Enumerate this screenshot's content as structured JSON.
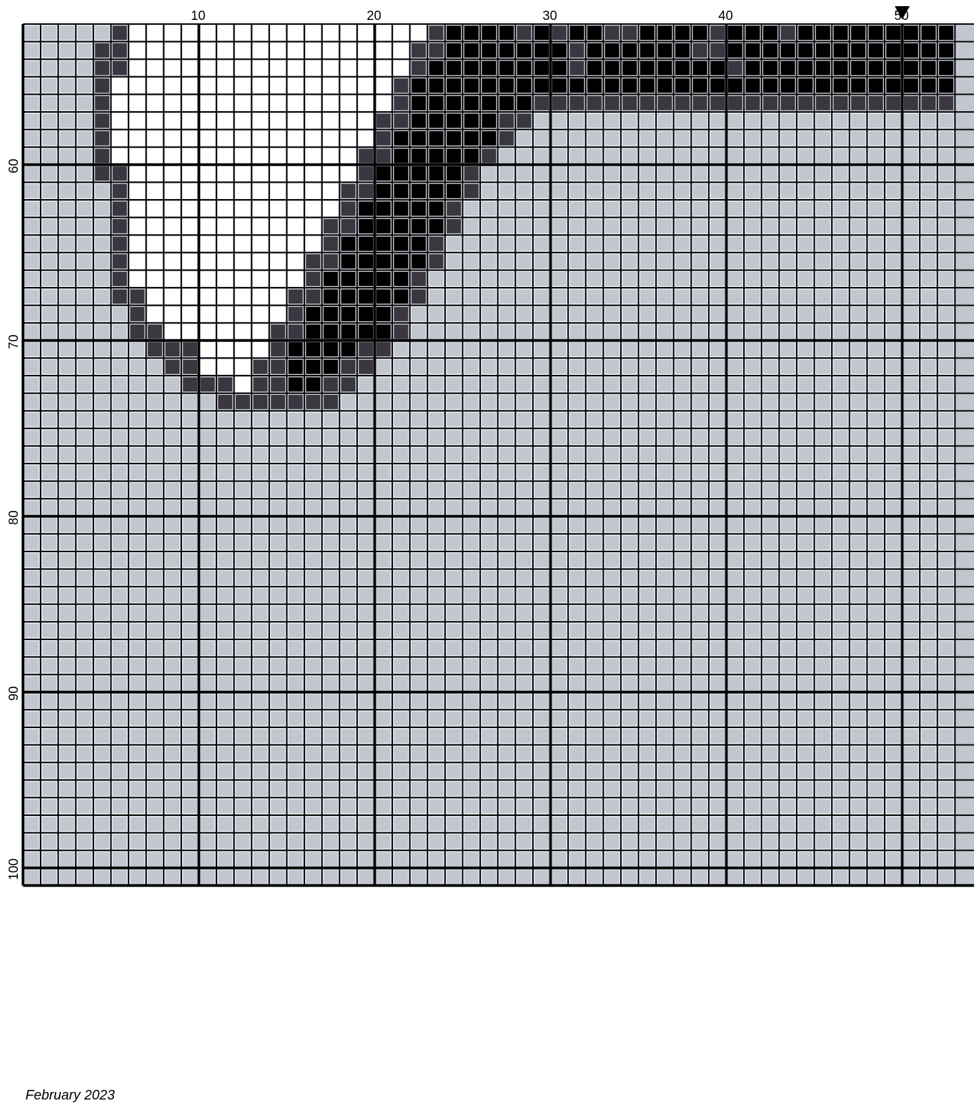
{
  "chart_data": {
    "type": "heatmap",
    "title": "",
    "xlabel": "",
    "ylabel": "",
    "x_range": [
      1,
      53
    ],
    "y_range": [
      52,
      100
    ],
    "x_ticks": [
      10,
      20,
      30,
      40,
      50
    ],
    "y_ticks": [
      60,
      70,
      80,
      90,
      100
    ],
    "marker_column": 50,
    "legend": "none",
    "grid": true,
    "colors": {
      "empty": "#c2c7cf",
      "white": "#ffffff",
      "outline": "#3a3740",
      "fill": "#000000",
      "grid": "#000000"
    },
    "row_runs": [
      {
        "row": 52,
        "runs": [
          [
            6,
            6,
            "outline"
          ],
          [
            7,
            23,
            "white"
          ],
          [
            24,
            24,
            "outline"
          ],
          [
            25,
            28,
            "fill"
          ],
          [
            29,
            29,
            "outline"
          ],
          [
            30,
            30,
            "fill"
          ],
          [
            31,
            31,
            "outline"
          ],
          [
            32,
            33,
            "fill"
          ],
          [
            34,
            35,
            "outline"
          ],
          [
            36,
            39,
            "fill"
          ],
          [
            40,
            40,
            "outline"
          ],
          [
            41,
            43,
            "fill"
          ],
          [
            44,
            44,
            "outline"
          ],
          [
            45,
            53,
            "fill"
          ]
        ]
      },
      {
        "row": 53,
        "runs": [
          [
            5,
            6,
            "outline"
          ],
          [
            7,
            22,
            "white"
          ],
          [
            23,
            24,
            "outline"
          ],
          [
            25,
            31,
            "fill"
          ],
          [
            32,
            32,
            "outline"
          ],
          [
            33,
            38,
            "fill"
          ],
          [
            39,
            40,
            "outline"
          ],
          [
            41,
            53,
            "fill"
          ]
        ]
      },
      {
        "row": 54,
        "runs": [
          [
            5,
            6,
            "outline"
          ],
          [
            7,
            22,
            "white"
          ],
          [
            23,
            23,
            "outline"
          ],
          [
            24,
            31,
            "fill"
          ],
          [
            32,
            32,
            "outline"
          ],
          [
            33,
            40,
            "fill"
          ],
          [
            41,
            41,
            "outline"
          ],
          [
            42,
            53,
            "fill"
          ]
        ]
      },
      {
        "row": 55,
        "runs": [
          [
            5,
            5,
            "outline"
          ],
          [
            6,
            21,
            "white"
          ],
          [
            22,
            22,
            "outline"
          ],
          [
            23,
            53,
            "fill"
          ]
        ]
      },
      {
        "row": 56,
        "runs": [
          [
            5,
            5,
            "outline"
          ],
          [
            6,
            21,
            "white"
          ],
          [
            22,
            22,
            "outline"
          ],
          [
            23,
            29,
            "fill"
          ],
          [
            30,
            53,
            "outline"
          ]
        ]
      },
      {
        "row": 57,
        "runs": [
          [
            5,
            5,
            "outline"
          ],
          [
            6,
            20,
            "white"
          ],
          [
            21,
            22,
            "outline"
          ],
          [
            23,
            27,
            "fill"
          ],
          [
            28,
            29,
            "outline"
          ]
        ]
      },
      {
        "row": 58,
        "runs": [
          [
            5,
            5,
            "outline"
          ],
          [
            6,
            20,
            "white"
          ],
          [
            21,
            21,
            "outline"
          ],
          [
            22,
            27,
            "fill"
          ],
          [
            28,
            28,
            "outline"
          ]
        ]
      },
      {
        "row": 59,
        "runs": [
          [
            5,
            5,
            "outline"
          ],
          [
            6,
            19,
            "white"
          ],
          [
            20,
            21,
            "outline"
          ],
          [
            22,
            26,
            "fill"
          ],
          [
            27,
            27,
            "outline"
          ]
        ]
      },
      {
        "row": 60,
        "runs": [
          [
            5,
            5,
            "outline"
          ],
          [
            6,
            6,
            "outline"
          ],
          [
            7,
            19,
            "white"
          ],
          [
            20,
            20,
            "outline"
          ],
          [
            21,
            25,
            "fill"
          ],
          [
            26,
            26,
            "outline"
          ]
        ]
      },
      {
        "row": 61,
        "runs": [
          [
            6,
            6,
            "outline"
          ],
          [
            7,
            18,
            "white"
          ],
          [
            19,
            20,
            "outline"
          ],
          [
            21,
            25,
            "fill"
          ],
          [
            26,
            26,
            "outline"
          ]
        ]
      },
      {
        "row": 62,
        "runs": [
          [
            6,
            6,
            "outline"
          ],
          [
            7,
            18,
            "white"
          ],
          [
            19,
            19,
            "outline"
          ],
          [
            20,
            24,
            "fill"
          ],
          [
            25,
            25,
            "outline"
          ]
        ]
      },
      {
        "row": 63,
        "runs": [
          [
            6,
            6,
            "outline"
          ],
          [
            7,
            17,
            "white"
          ],
          [
            18,
            19,
            "outline"
          ],
          [
            20,
            24,
            "fill"
          ],
          [
            25,
            25,
            "outline"
          ]
        ]
      },
      {
        "row": 64,
        "runs": [
          [
            6,
            6,
            "outline"
          ],
          [
            7,
            17,
            "white"
          ],
          [
            18,
            18,
            "outline"
          ],
          [
            19,
            23,
            "fill"
          ],
          [
            24,
            24,
            "outline"
          ]
        ]
      },
      {
        "row": 65,
        "runs": [
          [
            6,
            6,
            "outline"
          ],
          [
            7,
            16,
            "white"
          ],
          [
            17,
            18,
            "outline"
          ],
          [
            19,
            23,
            "fill"
          ],
          [
            24,
            24,
            "outline"
          ]
        ]
      },
      {
        "row": 66,
        "runs": [
          [
            6,
            6,
            "outline"
          ],
          [
            7,
            16,
            "white"
          ],
          [
            17,
            17,
            "outline"
          ],
          [
            18,
            22,
            "fill"
          ],
          [
            23,
            23,
            "outline"
          ]
        ]
      },
      {
        "row": 67,
        "runs": [
          [
            6,
            7,
            "outline"
          ],
          [
            8,
            15,
            "white"
          ],
          [
            16,
            17,
            "outline"
          ],
          [
            18,
            22,
            "fill"
          ],
          [
            23,
            23,
            "outline"
          ]
        ]
      },
      {
        "row": 68,
        "runs": [
          [
            7,
            7,
            "outline"
          ],
          [
            8,
            15,
            "white"
          ],
          [
            16,
            16,
            "outline"
          ],
          [
            17,
            21,
            "fill"
          ],
          [
            22,
            22,
            "outline"
          ]
        ]
      },
      {
        "row": 69,
        "runs": [
          [
            7,
            8,
            "outline"
          ],
          [
            9,
            14,
            "white"
          ],
          [
            15,
            16,
            "outline"
          ],
          [
            17,
            21,
            "fill"
          ],
          [
            22,
            22,
            "outline"
          ]
        ]
      },
      {
        "row": 70,
        "runs": [
          [
            8,
            10,
            "outline"
          ],
          [
            11,
            14,
            "white"
          ],
          [
            15,
            15,
            "outline"
          ],
          [
            16,
            19,
            "fill"
          ],
          [
            20,
            21,
            "outline"
          ]
        ]
      },
      {
        "row": 71,
        "runs": [
          [
            9,
            10,
            "outline"
          ],
          [
            11,
            13,
            "white"
          ],
          [
            14,
            15,
            "outline"
          ],
          [
            16,
            18,
            "fill"
          ],
          [
            19,
            20,
            "outline"
          ]
        ]
      },
      {
        "row": 72,
        "runs": [
          [
            10,
            12,
            "outline"
          ],
          [
            13,
            13,
            "white"
          ],
          [
            14,
            15,
            "outline"
          ],
          [
            16,
            17,
            "fill"
          ],
          [
            18,
            19,
            "outline"
          ]
        ]
      },
      {
        "row": 73,
        "runs": [
          [
            12,
            18,
            "outline"
          ]
        ]
      }
    ]
  },
  "footer": {
    "date": "February 2023"
  }
}
